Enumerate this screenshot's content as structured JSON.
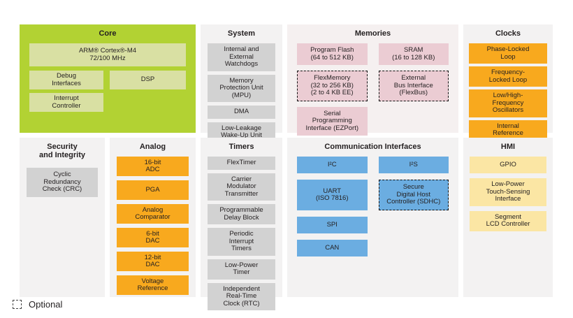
{
  "legend": {
    "label": "Optional"
  },
  "colors": {
    "core_bg": "#b2d233",
    "core_block": "#d9e0a3",
    "panel_gray": "#f3f2f2",
    "panel_pink": "#f5f0f0",
    "block_gray": "#d2d2d2",
    "block_pink": "#ebccd3",
    "block_orange": "#f8a91e",
    "block_blue": "#6bade1",
    "block_yellow": "#fbe6a4",
    "text": "#231f20"
  },
  "sections": {
    "core": {
      "title": "Core",
      "blocks": [
        {
          "label": "ARM® Cortex®-M4\n72/100 MHz"
        },
        {
          "label": "Debug\nInterfaces"
        },
        {
          "label": "DSP"
        },
        {
          "label": "Interrupt\nController"
        }
      ]
    },
    "system": {
      "title": "System",
      "blocks": [
        {
          "label": "Internal and\nExternal\nWatchdogs"
        },
        {
          "label": "Memory\nProtection Unit\n(MPU)"
        },
        {
          "label": "DMA"
        },
        {
          "label": "Low-Leakage\nWake-Up Unit"
        }
      ]
    },
    "memories": {
      "title": "Memories",
      "col_left": [
        {
          "label": "Program Flash\n(64 to 512 KB)",
          "optional": false
        },
        {
          "label": "FlexMemory\n(32 to 256 KB)\n(2 to 4 KB EE)",
          "optional": true
        },
        {
          "label": "Serial\nProgramming\nInterface (EZPort)",
          "optional": false
        }
      ],
      "col_right": [
        {
          "label": "SRAM\n(16 to 128 KB)",
          "optional": false
        },
        {
          "label": "External\nBus Interface\n(FlexBus)",
          "optional": true
        }
      ]
    },
    "clocks": {
      "title": "Clocks",
      "blocks": [
        {
          "label": "Phase-Locked\nLoop"
        },
        {
          "label": "Frequency-\nLocked Loop"
        },
        {
          "label": "Low/High-\nFrequency\nOscillators"
        },
        {
          "label": "Internal\nReference\nClocks"
        }
      ]
    },
    "security": {
      "title": "Security\nand Integrity",
      "blocks": [
        {
          "label": "Cyclic\nRedundancy\nCheck (CRC)"
        }
      ]
    },
    "analog": {
      "title": "Analog",
      "blocks": [
        {
          "label": "16-bit\nADC"
        },
        {
          "label": "PGA"
        },
        {
          "label": "Analog\nComparator"
        },
        {
          "label": "6-bit\nDAC"
        },
        {
          "label": "12-bit\nDAC"
        },
        {
          "label": "Voltage\nReference"
        }
      ]
    },
    "timers": {
      "title": "Timers",
      "blocks": [
        {
          "label": "FlexTimer"
        },
        {
          "label": "Carrier\nModulator\nTransmitter"
        },
        {
          "label": "Programmable\nDelay Block"
        },
        {
          "label": "Periodic\nInterrupt\nTimers"
        },
        {
          "label": "Low-Power\nTimer"
        },
        {
          "label": "Independent\nReal-Time\nClock (RTC)"
        }
      ]
    },
    "comm": {
      "title": "Communication Interfaces",
      "col_left": [
        {
          "label": "I²C",
          "optional": false
        },
        {
          "label": "UART\n(ISO 7816)",
          "optional": false
        },
        {
          "label": "SPI",
          "optional": false
        },
        {
          "label": "CAN",
          "optional": false
        }
      ],
      "col_right": [
        {
          "label": "I²S",
          "optional": false
        },
        {
          "label": "Secure\nDigital Host\nController (SDHC)",
          "optional": true
        }
      ]
    },
    "hmi": {
      "title": "HMI",
      "blocks": [
        {
          "label": "GPIO"
        },
        {
          "label": "Low-Power\nTouch-Sensing\nInterface"
        },
        {
          "label": "Segment\nLCD Controller"
        }
      ]
    }
  }
}
